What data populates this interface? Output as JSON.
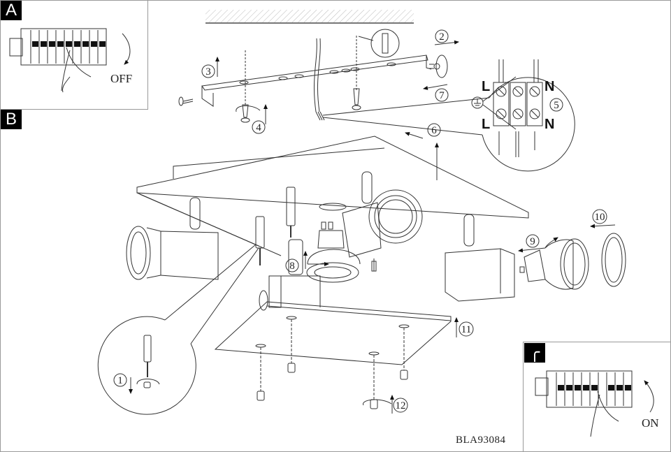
{
  "panels": {
    "a": {
      "tag": "A",
      "action_label": "OFF"
    },
    "b": {
      "tag": "B"
    },
    "c": {
      "tag": "╭",
      "action_label": "ON"
    }
  },
  "steps": [
    "1",
    "2",
    "3",
    "4",
    "5",
    "6",
    "7",
    "8",
    "9",
    "10",
    "11",
    "12"
  ],
  "terminal_labels": {
    "live_top": "L",
    "neutral_top": "N",
    "live_bottom": "L",
    "neutral_bottom": "N"
  },
  "ground_symbol": "earth-ground-icon",
  "model_code": "BLA93084",
  "colors": {
    "line": "#333333",
    "frame": "#999999",
    "tag_bg": "#000000"
  }
}
